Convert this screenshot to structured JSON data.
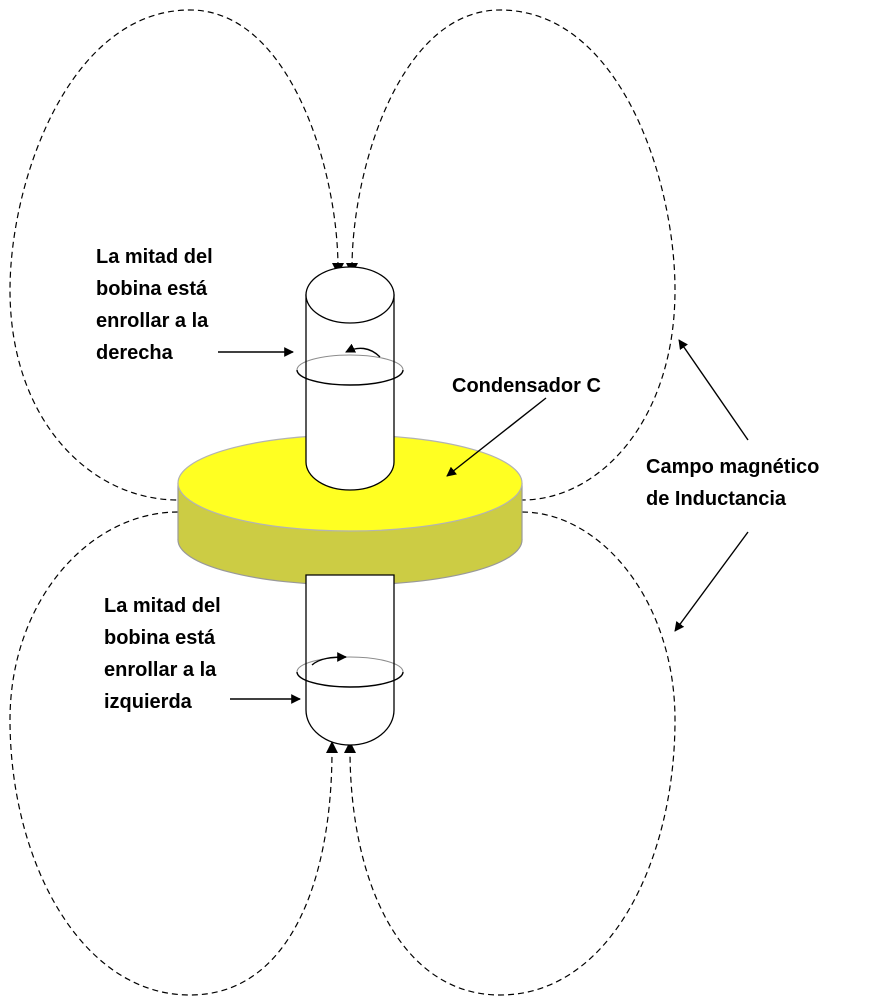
{
  "labels": {
    "upper_coil": [
      "La mitad del",
      "bobina está",
      "enrollar a la",
      "derecha"
    ],
    "lower_coil": [
      "La mitad del",
      "bobina está",
      "enrollar a la",
      "izquierda"
    ],
    "capacitor": "Condensador C",
    "field": [
      "Campo magnético",
      "de Inductancia"
    ]
  },
  "colors": {
    "plate_top": "#ffff22",
    "plate_bottom": "#cccc44",
    "cylinder": "#ffffff",
    "line": "#000000",
    "background": "#ffffff"
  }
}
